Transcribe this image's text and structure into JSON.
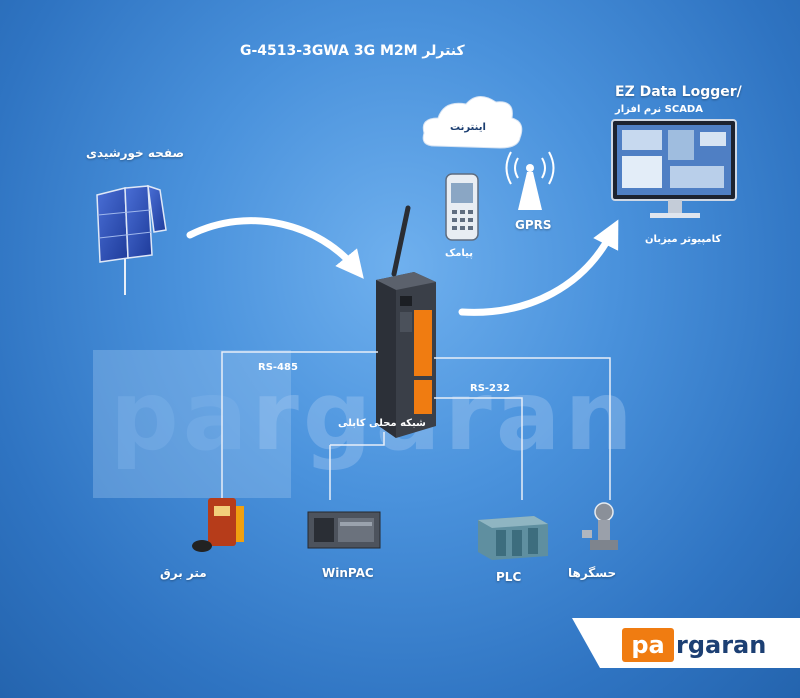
{
  "title": "کنترلر G-4513-3GWA 3G M2M",
  "labels": {
    "solar": "صفحه خورشیدی",
    "internet": "اینترنت",
    "gprs": "GPRS",
    "sms": "پیامک",
    "data_logger": "EZ Data Logger/",
    "scada": "نرم افزار SCADA",
    "host_pc": "کامپیوتر میزبان",
    "rs485": "RS-485",
    "rs232": "RS-232",
    "lan": "شبکه محلی کابلی",
    "meter": "متر برق",
    "winpac": "WinPAC",
    "plc": "PLC",
    "sensors": "حسگرها"
  },
  "watermark": {
    "pa": "pa",
    "rest": "rgaran"
  },
  "logo": {
    "pa": "pa",
    "rest": "rgaran"
  },
  "colors": {
    "accent_orange": "#f07c11",
    "brand_navy": "#1c3f73",
    "background": "#3f86d3"
  }
}
